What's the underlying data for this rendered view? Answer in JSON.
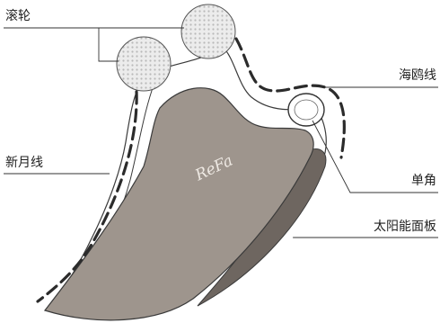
{
  "labels": {
    "roller": "滚轮",
    "crescent_line": "新月线",
    "gull_line": "海鸥线",
    "single_horn": "单角",
    "solar_panel": "太阳能面板"
  },
  "logo_text": "ReFa",
  "colors": {
    "body_fill": "#9e958d",
    "body_side": "#6e6660",
    "roller_fill": "#ebebeb",
    "line_color": "#2b2b2b",
    "label_color": "#222222"
  }
}
